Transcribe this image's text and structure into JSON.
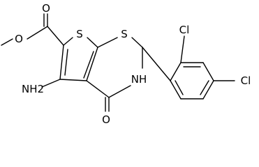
{
  "atoms": {
    "ester_o_carbonyl": "O",
    "ester_o_methoxy": "O",
    "thiophene_s": "S",
    "thiazine_s": "S",
    "amino": "NH2",
    "amide_nh": "NH",
    "amide_o": "O",
    "cl_ortho": "Cl",
    "cl_para": "Cl"
  }
}
